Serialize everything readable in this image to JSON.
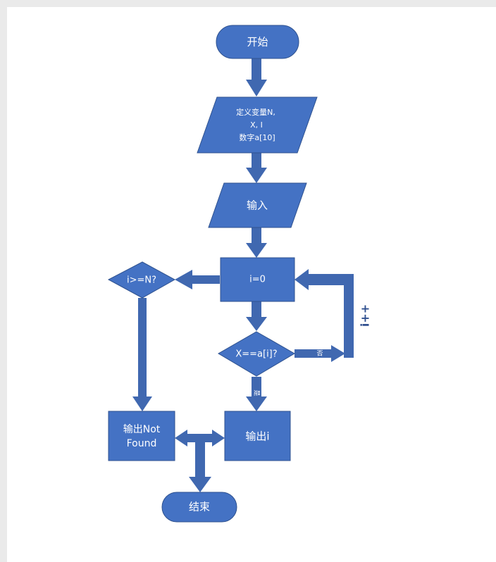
{
  "colors": {
    "node_fill": "#4472c4",
    "node_stroke": "#2f528f",
    "arrow": "#4068b0",
    "text": "#ffffff"
  },
  "nodes": {
    "start": "开始",
    "define_line1": "定义变量N,",
    "define_line2": "X, I",
    "define_line3": "数字a[10]",
    "input": "输入",
    "init": "i=0",
    "check_bound": "i>=N?",
    "compare": "X==a[i]?",
    "output_not_found_line1": "输出Not",
    "output_not_found_line2": "Found",
    "output_i": "输出i",
    "end": "结束"
  },
  "edges": {
    "no_label": "否",
    "yes_label": "是",
    "increment_label": "i++"
  }
}
